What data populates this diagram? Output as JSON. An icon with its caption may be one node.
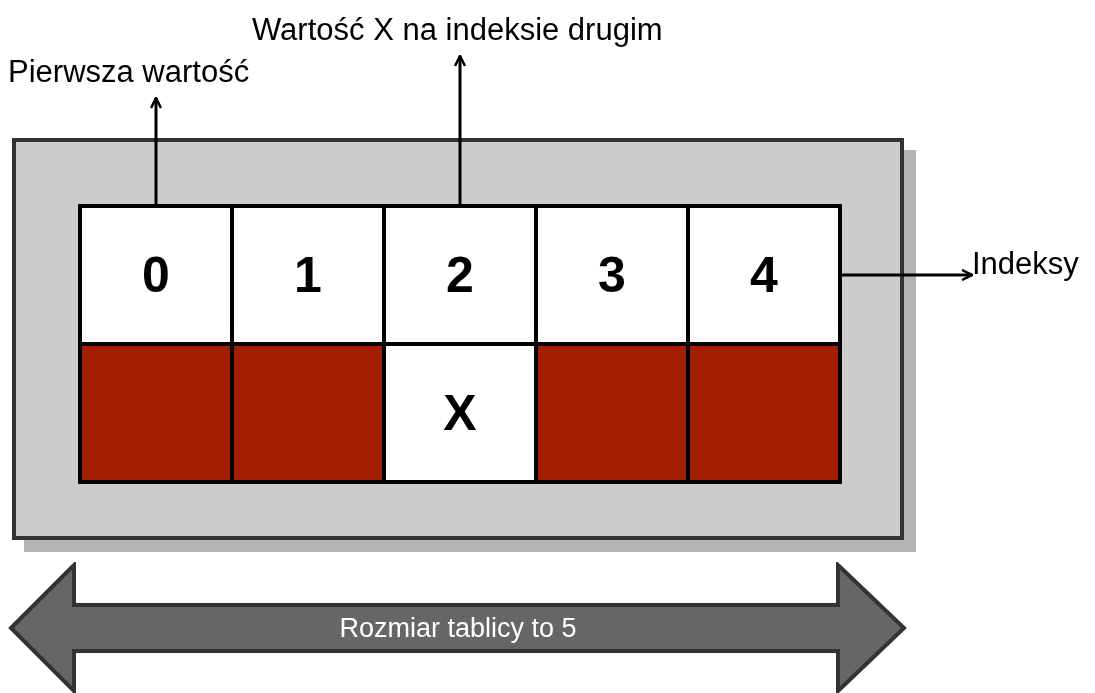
{
  "diagram": {
    "nodes": [
      {
        "text": [],
        "shape": "box"
      },
      {
        "text": [
          "0"
        ],
        "in": 0
      },
      {
        "text": [
          "1"
        ],
        "in": 0
      },
      {
        "text": [
          "2"
        ],
        "in": 0
      },
      {
        "text": [
          "3"
        ],
        "in": 0
      },
      {
        "text": [
          "4"
        ],
        "in": 0
      },
      {
        "text": [],
        "shape": "box",
        "in": 0
      },
      {
        "text": [],
        "shape": "box",
        "in": 0
      },
      {
        "text": [
          "X"
        ],
        "in": 0
      },
      {
        "text": [],
        "shape": "box",
        "in": 0
      },
      {
        "text": [],
        "shape": "box",
        "in": 0
      },
      {
        "text": [
          "Pierwsza wartość"
        ]
      },
      {
        "text": [
          "Wartość X na indeksie drugim"
        ]
      },
      {
        "text": [
          "Indeksy"
        ]
      },
      {
        "text": [
          "Rozmiar tablicy to 5"
        ]
      }
    ],
    "edges": [
      {
        "from": 1,
        "to": 11,
        "arrow": "to"
      },
      {
        "from": 3,
        "to": 12,
        "arrow": "to"
      },
      {
        "from": 5,
        "to": 13,
        "arrow": "to"
      }
    ]
  }
}
